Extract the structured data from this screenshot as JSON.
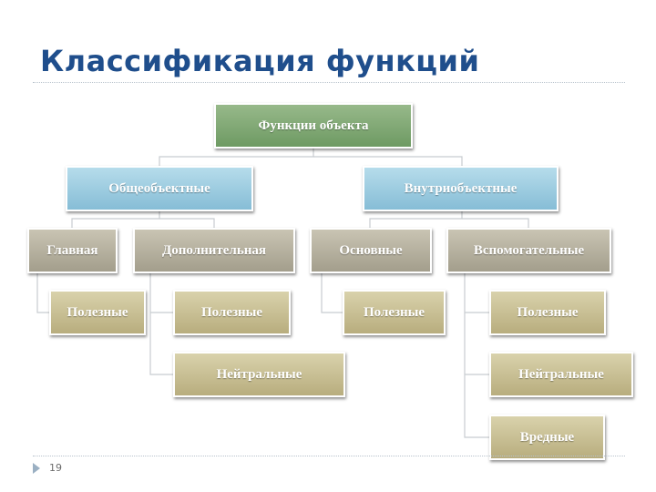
{
  "slide": {
    "title": "Классификация функций",
    "page_number": "19"
  },
  "diagram": {
    "root": "Функции объекта",
    "groups": [
      {
        "label": "Общеобъектные",
        "children": [
          {
            "label": "Главная",
            "children": [
              "Полезные"
            ]
          },
          {
            "label": "Дополнительная",
            "children": [
              "Полезные",
              "Нейтральные"
            ]
          }
        ]
      },
      {
        "label": "Внутриобъектные",
        "children": [
          {
            "label": "Основные",
            "children": [
              "Полезные"
            ]
          },
          {
            "label": "Вспомогательные",
            "children": [
              "Полезные",
              "Нейтральные",
              "Вредные"
            ]
          }
        ]
      }
    ]
  },
  "colors": {
    "title": "#1f4e8c",
    "root_box": "#7fa873",
    "level1_box": "#9fcde2",
    "level2_box": "#b3ae9c",
    "leaf_box": "#c9bf93"
  }
}
